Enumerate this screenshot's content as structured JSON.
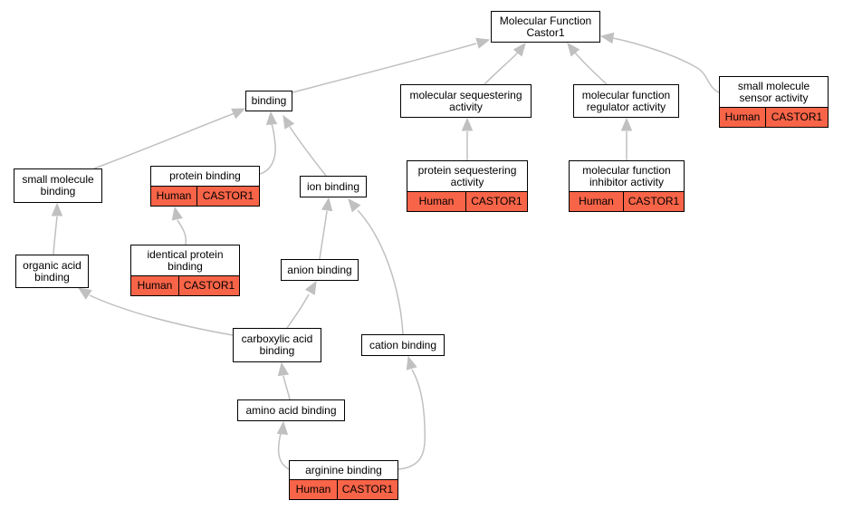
{
  "colors": {
    "annotation_fill": "#f86448",
    "edge": "#c0c0c0",
    "border": "#000000"
  },
  "nodes": {
    "molecular_function": {
      "label": "Molecular Function\nCastor1"
    },
    "binding": {
      "label": "binding"
    },
    "molecular_sequestering_activity": {
      "label": "molecular sequestering\nactivity"
    },
    "molecular_function_regulator_activity": {
      "label": "molecular function\nregulator activity"
    },
    "small_molecule_sensor_activity": {
      "label": "small molecule\nsensor activity",
      "species": "Human",
      "gene": "CASTOR1"
    },
    "small_molecule_binding": {
      "label": "small molecule\nbinding"
    },
    "protein_binding": {
      "label": "protein binding",
      "species": "Human",
      "gene": "CASTOR1"
    },
    "ion_binding": {
      "label": "ion binding"
    },
    "protein_sequestering_activity": {
      "label": "protein sequestering\nactivity",
      "species": "Human",
      "gene": "CASTOR1"
    },
    "molecular_function_inhibitor_activity": {
      "label": "molecular function\ninhibitor activity",
      "species": "Human",
      "gene": "CASTOR1"
    },
    "organic_acid_binding": {
      "label": "organic acid\nbinding"
    },
    "identical_protein_binding": {
      "label": "identical protein\nbinding",
      "species": "Human",
      "gene": "CASTOR1"
    },
    "anion_binding": {
      "label": "anion binding"
    },
    "carboxylic_acid_binding": {
      "label": "carboxylic acid\nbinding"
    },
    "cation_binding": {
      "label": "cation binding"
    },
    "amino_acid_binding": {
      "label": "amino acid binding"
    },
    "arginine_binding": {
      "label": "arginine binding",
      "species": "Human",
      "gene": "CASTOR1"
    }
  },
  "edges": [
    {
      "from": "binding",
      "to": "molecular_function"
    },
    {
      "from": "molecular_sequestering_activity",
      "to": "molecular_function"
    },
    {
      "from": "molecular_function_regulator_activity",
      "to": "molecular_function"
    },
    {
      "from": "small_molecule_sensor_activity",
      "to": "molecular_function"
    },
    {
      "from": "small_molecule_binding",
      "to": "binding"
    },
    {
      "from": "protein_binding",
      "to": "binding"
    },
    {
      "from": "ion_binding",
      "to": "binding"
    },
    {
      "from": "protein_sequestering_activity",
      "to": "molecular_sequestering_activity"
    },
    {
      "from": "molecular_function_inhibitor_activity",
      "to": "molecular_function_regulator_activity"
    },
    {
      "from": "organic_acid_binding",
      "to": "small_molecule_binding"
    },
    {
      "from": "identical_protein_binding",
      "to": "protein_binding"
    },
    {
      "from": "anion_binding",
      "to": "ion_binding"
    },
    {
      "from": "cation_binding",
      "to": "ion_binding"
    },
    {
      "from": "carboxylic_acid_binding",
      "to": "organic_acid_binding"
    },
    {
      "from": "carboxylic_acid_binding",
      "to": "anion_binding"
    },
    {
      "from": "amino_acid_binding",
      "to": "carboxylic_acid_binding"
    },
    {
      "from": "arginine_binding",
      "to": "amino_acid_binding"
    },
    {
      "from": "arginine_binding",
      "to": "cation_binding"
    }
  ]
}
